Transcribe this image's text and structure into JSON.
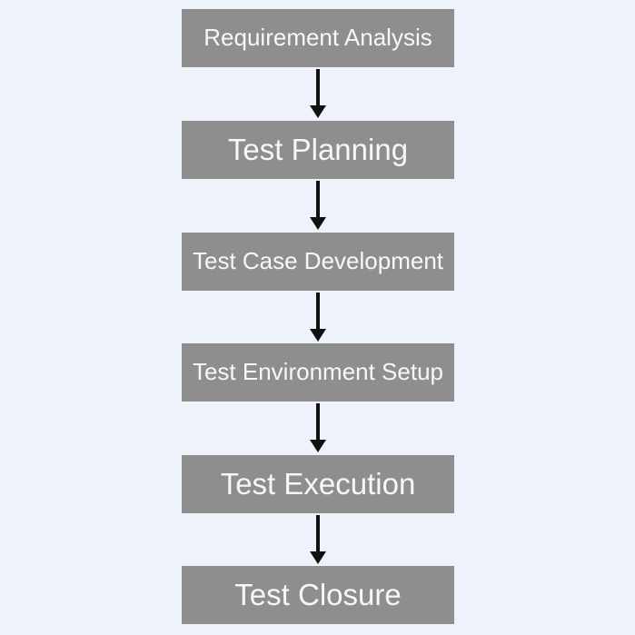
{
  "flowchart": {
    "type": "vertical-flow",
    "steps": [
      {
        "label": "Requirement Analysis"
      },
      {
        "label": "Test Planning"
      },
      {
        "label": "Test Case Development"
      },
      {
        "label": "Test Environment Setup"
      },
      {
        "label": "Test Execution"
      },
      {
        "label": "Test Closure"
      }
    ],
    "connector": "down-arrow",
    "colors": {
      "background": "#eef2fa",
      "box_fill": "#8e8e8e",
      "box_text": "#f7f7f7",
      "arrow": "#111111"
    }
  }
}
